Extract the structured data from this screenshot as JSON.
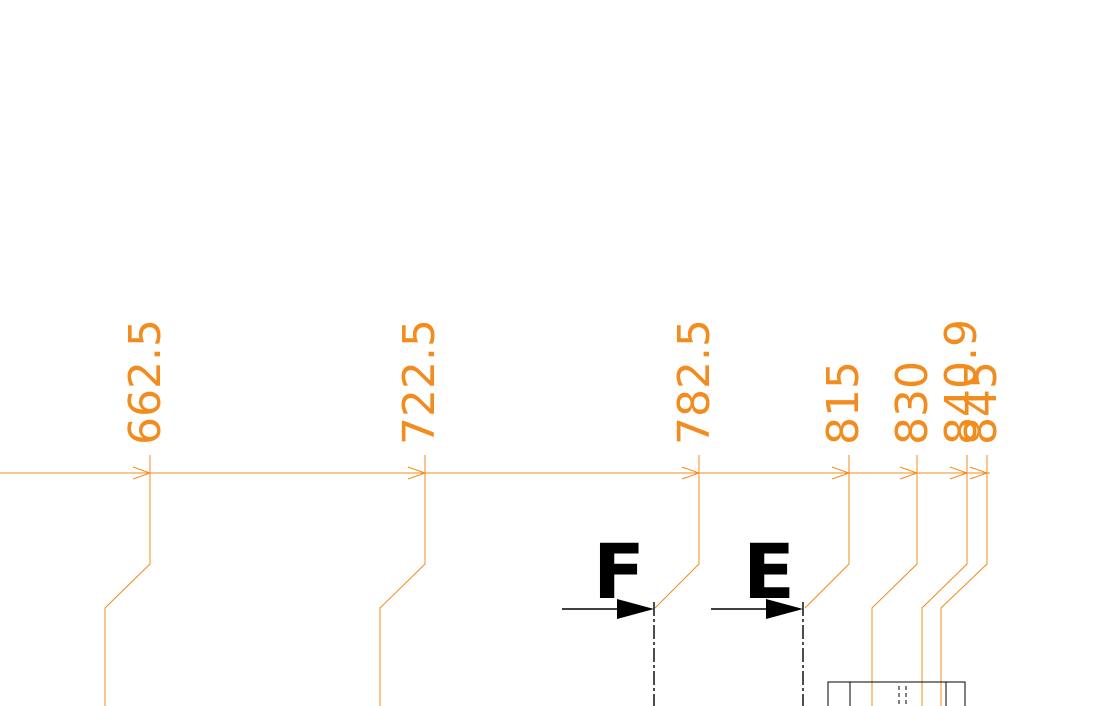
{
  "colors": {
    "background": "#ffffff",
    "dimension": "#f28c1e",
    "linework": "#000000"
  },
  "dimensions": [
    {
      "label": "662.5",
      "value": 662.5
    },
    {
      "label": "722.5",
      "value": 722.5
    },
    {
      "label": "782.5",
      "value": 782.5
    },
    {
      "label": "815",
      "value": 815
    },
    {
      "label": "830",
      "value": 830
    },
    {
      "label": "840.9",
      "value": 840.9
    },
    {
      "label": "845",
      "value": 845
    }
  ],
  "section_markers": [
    {
      "letter": "F"
    },
    {
      "letter": "E"
    }
  ]
}
